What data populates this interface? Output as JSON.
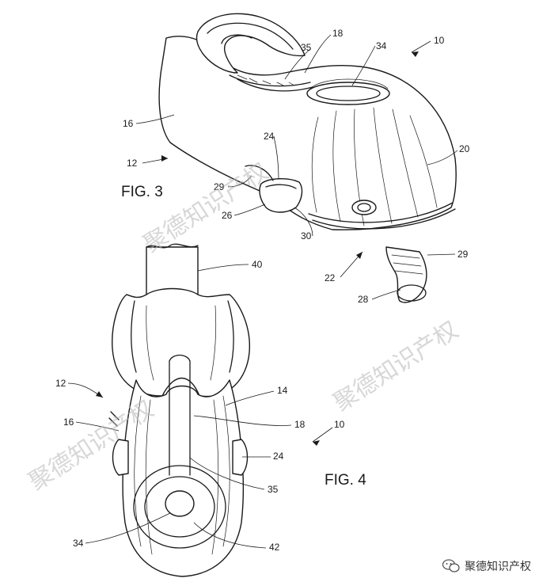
{
  "figures": [
    {
      "id": "fig3",
      "caption": "FIG. 3",
      "reference_numerals": [
        "10",
        "12",
        "16",
        "18",
        "20",
        "22",
        "24",
        "26",
        "28",
        "29",
        "29",
        "30",
        "34",
        "35"
      ]
    },
    {
      "id": "fig4",
      "caption": "FIG. 4",
      "reference_numerals": [
        "10",
        "12",
        "14",
        "16",
        "18",
        "24",
        "34",
        "35",
        "40",
        "42"
      ]
    }
  ],
  "watermark": {
    "text": "聚德知识产权"
  },
  "footer": {
    "brand": "聚德知识产权",
    "icon": "wechat-icon"
  },
  "colors": {
    "line": "#1a1a1a",
    "background": "#ffffff",
    "watermark": "#b8b8b8"
  }
}
